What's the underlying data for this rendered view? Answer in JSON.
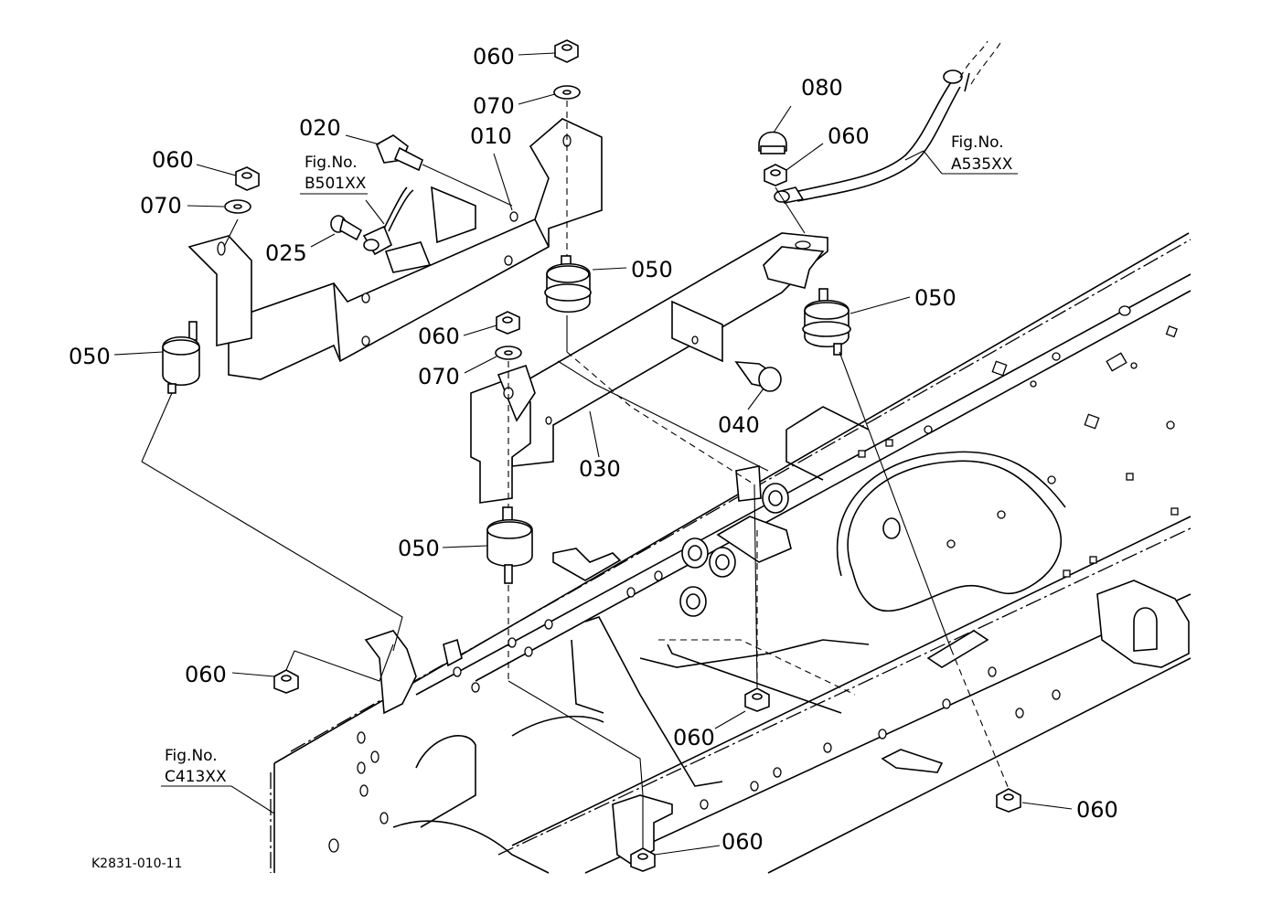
{
  "drawing_code": "K2831-010-11",
  "callouts": {
    "c060_top": "060",
    "c070_top": "070",
    "c010": "010",
    "c020": "020",
    "c080": "080",
    "c060_right_top": "060",
    "c060_left": "060",
    "c070_left": "070",
    "c025": "025",
    "c050_center": "050",
    "c050_right": "050",
    "c050_left": "050",
    "c060_mid": "060",
    "c070_mid": "070",
    "c040": "040",
    "c030": "030",
    "c050_bottom": "050",
    "c060_lower_left": "060",
    "c060_lower_mid": "060",
    "c060_lower_right": "060",
    "c060_bottom": "060"
  },
  "fig_refs": {
    "b501": {
      "line1": "Fig.No.",
      "line2": "B501XX"
    },
    "a535": {
      "line1": "Fig.No.",
      "line2": "A535XX"
    },
    "c413": {
      "line1": "Fig.No.",
      "line2": "C413XX"
    }
  }
}
